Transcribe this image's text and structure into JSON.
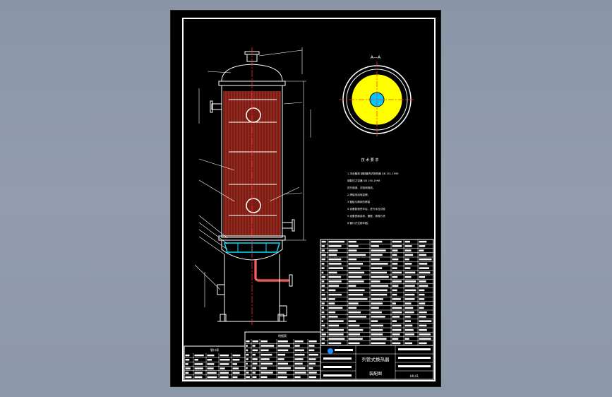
{
  "drawing": {
    "section_label": "A—A",
    "tech_req_title": "技 术 要 求",
    "tech_req_lines": [
      "1.本设备按 钢制管壳式换热器 GB 151-1999",
      "钢制压力容器 GB 150-1998",
      "进行制造、试验和验收。",
      "2.焊接采用电弧焊。",
      "3.管板与筒体的焊接",
      "4.设备制造完毕后，进行水压试验",
      "5.设备表面涂漆，管程、壳程介质",
      "6.管口方位按本图。"
    ],
    "title_block_title": "列管式换热器",
    "title_block_subtitle": "装配图",
    "drawing_no": "HR-01",
    "left_table_title": "管口表",
    "mid_table_title": "明细表"
  },
  "colors": {
    "background": "#000000",
    "frame": "#ffffff",
    "tubes": "#7a1c14",
    "tube_lines": "#b04030",
    "centerline": "#ff3030",
    "tube_sheet_face": "#ffff00",
    "tube_sheet_center": "#00c8ff",
    "baffle": "#00e0ff",
    "outlet_pipe": "#c03030",
    "logo": "#1e90ff"
  }
}
